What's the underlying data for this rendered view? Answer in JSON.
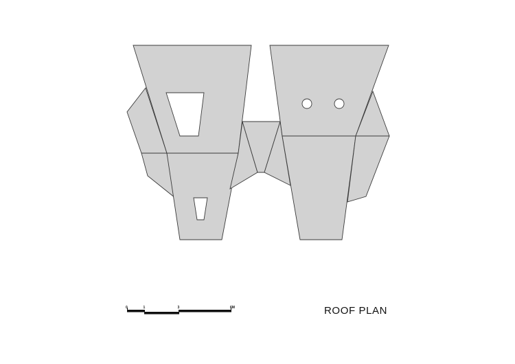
{
  "title": "ROOF PLAN",
  "scale_bar": {
    "ticks": [
      "0",
      "1",
      "3",
      "6M"
    ]
  },
  "colors": {
    "roof_fill": "#d2d2d2",
    "outline": "#3a3a3a",
    "opening_fill": "#ffffff",
    "ink": "#111111"
  }
}
